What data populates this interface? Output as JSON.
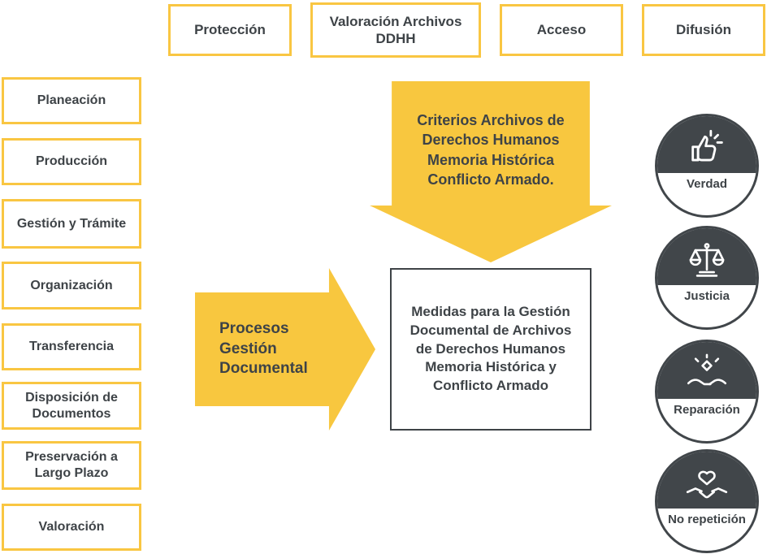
{
  "colors": {
    "accent_yellow": "#F9C642",
    "dark_gray": "#41464A",
    "text_dark": "#3E4347"
  },
  "top_row": [
    {
      "label": "Protección"
    },
    {
      "label": "Valoración Archivos DDHH"
    },
    {
      "label": "Acceso"
    },
    {
      "label": "Difusión"
    }
  ],
  "process_steps": [
    {
      "label": "Planeación"
    },
    {
      "label": "Producción"
    },
    {
      "label": "Gestión y Trámite"
    },
    {
      "label": "Organización"
    },
    {
      "label": "Transferencia"
    },
    {
      "label": "Disposición de Documentos"
    },
    {
      "label": "Preservación a Largo Plazo"
    },
    {
      "label": "Valoración"
    }
  ],
  "criteria_arrow": {
    "text": "Criterios Archivos de Derechos Humanos Memoria Histórica Conflicto Armado."
  },
  "process_arrow": {
    "text": "Procesos Gestión Documental"
  },
  "center_box": {
    "text": "Medidas para la Gestión Documental de Archivos de Derechos Humanos Memoria Histórica y Conflicto Armado"
  },
  "pillars": [
    {
      "label": "Verdad",
      "icon": "thumbs-up-icon"
    },
    {
      "label": "Justicia",
      "icon": "justice-scales-icon"
    },
    {
      "label": "Reparación",
      "icon": "giving-hands-icon"
    },
    {
      "label": "No repetición",
      "icon": "handshake-heart-icon"
    }
  ]
}
